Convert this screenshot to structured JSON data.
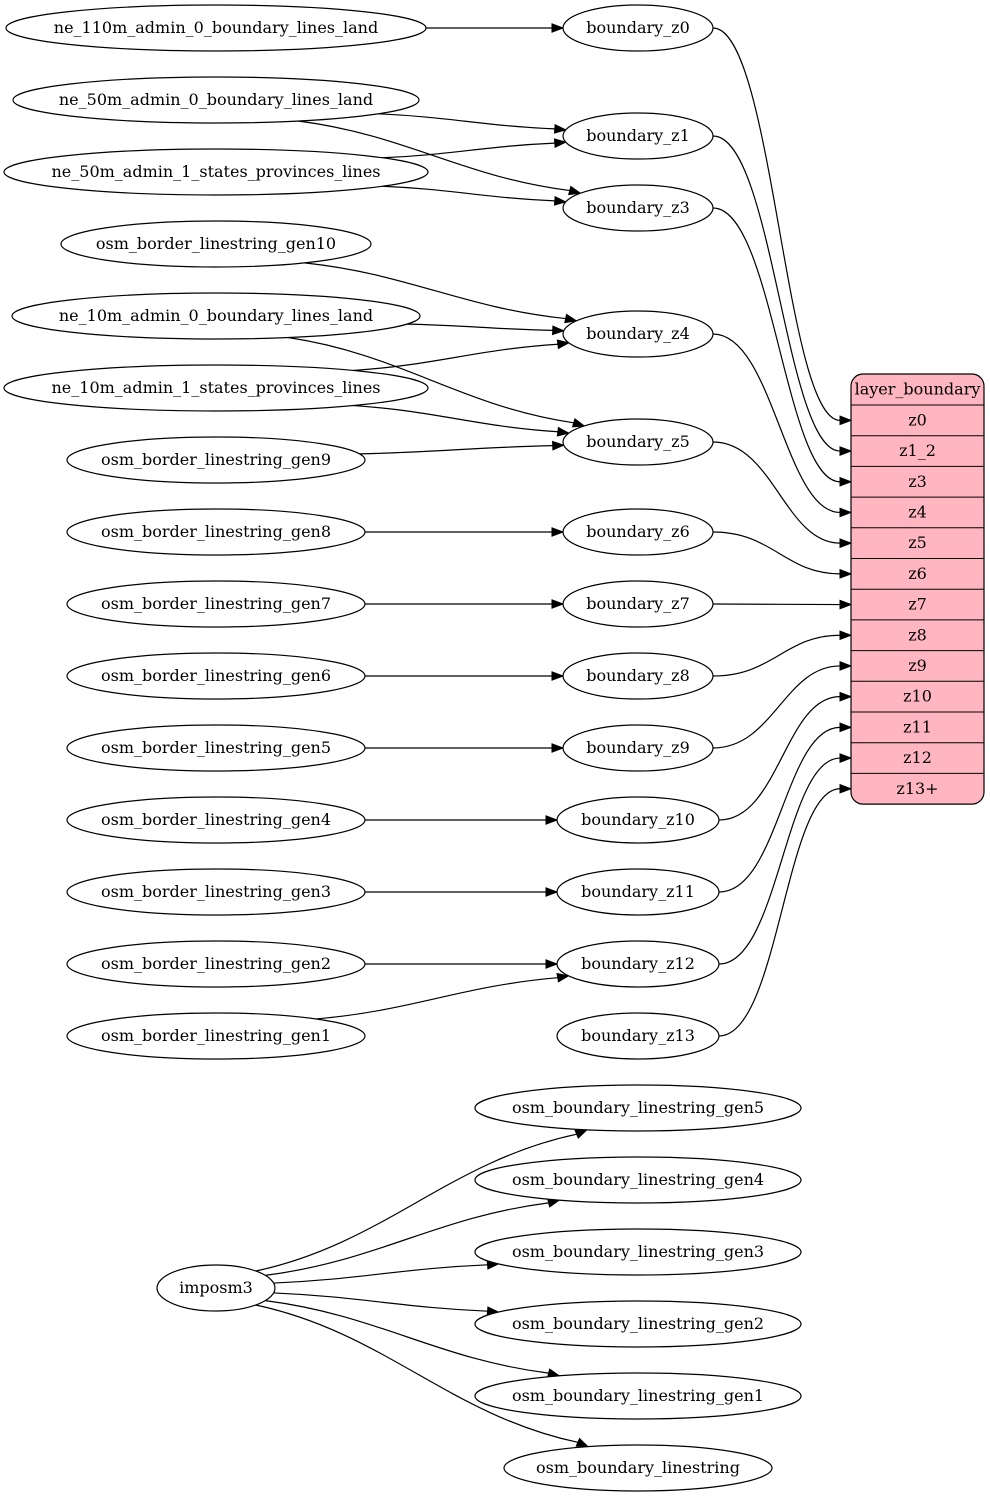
{
  "nodes": {
    "ne_110m_admin_0_boundary_lines_land": "ne_110m_admin_0_boundary_lines_land",
    "ne_50m_admin_0_boundary_lines_land": "ne_50m_admin_0_boundary_lines_land",
    "ne_50m_admin_1_states_provinces_lines": "ne_50m_admin_1_states_provinces_lines",
    "osm_border_linestring_gen10": "osm_border_linestring_gen10",
    "ne_10m_admin_0_boundary_lines_land": "ne_10m_admin_0_boundary_lines_land",
    "ne_10m_admin_1_states_provinces_lines": "ne_10m_admin_1_states_provinces_lines",
    "osm_border_linestring_gen9": "osm_border_linestring_gen9",
    "osm_border_linestring_gen8": "osm_border_linestring_gen8",
    "osm_border_linestring_gen7": "osm_border_linestring_gen7",
    "osm_border_linestring_gen6": "osm_border_linestring_gen6",
    "osm_border_linestring_gen5": "osm_border_linestring_gen5",
    "osm_border_linestring_gen4": "osm_border_linestring_gen4",
    "osm_border_linestring_gen3": "osm_border_linestring_gen3",
    "osm_border_linestring_gen2": "osm_border_linestring_gen2",
    "osm_border_linestring_gen1": "osm_border_linestring_gen1",
    "boundary_z0": "boundary_z0",
    "boundary_z1": "boundary_z1",
    "boundary_z3": "boundary_z3",
    "boundary_z4": "boundary_z4",
    "boundary_z5": "boundary_z5",
    "boundary_z6": "boundary_z6",
    "boundary_z7": "boundary_z7",
    "boundary_z8": "boundary_z8",
    "boundary_z9": "boundary_z9",
    "boundary_z10": "boundary_z10",
    "boundary_z11": "boundary_z11",
    "boundary_z12": "boundary_z12",
    "boundary_z13": "boundary_z13",
    "imposm3": "imposm3",
    "osm_boundary_linestring_gen5": "osm_boundary_linestring_gen5",
    "osm_boundary_linestring_gen4": "osm_boundary_linestring_gen4",
    "osm_boundary_linestring_gen3": "osm_boundary_linestring_gen3",
    "osm_boundary_linestring_gen2": "osm_boundary_linestring_gen2",
    "osm_boundary_linestring_gen1": "osm_boundary_linestring_gen1",
    "osm_boundary_linestring": "osm_boundary_linestring"
  },
  "layer": {
    "title": "layer_boundary",
    "fill": "#ffb6c1",
    "fields": [
      "z0",
      "z1_2",
      "z3",
      "z4",
      "z5",
      "z6",
      "z7",
      "z8",
      "z9",
      "z10",
      "z11",
      "z12",
      "z13+"
    ]
  },
  "edges": [
    {
      "from": "ne_110m_admin_0_boundary_lines_land",
      "to": "boundary_z0"
    },
    {
      "from": "ne_50m_admin_0_boundary_lines_land",
      "to": "boundary_z1"
    },
    {
      "from": "ne_50m_admin_0_boundary_lines_land",
      "to": "boundary_z3"
    },
    {
      "from": "ne_50m_admin_1_states_provinces_lines",
      "to": "boundary_z1"
    },
    {
      "from": "ne_50m_admin_1_states_provinces_lines",
      "to": "boundary_z3"
    },
    {
      "from": "osm_border_linestring_gen10",
      "to": "boundary_z4"
    },
    {
      "from": "ne_10m_admin_0_boundary_lines_land",
      "to": "boundary_z4"
    },
    {
      "from": "ne_10m_admin_0_boundary_lines_land",
      "to": "boundary_z5"
    },
    {
      "from": "ne_10m_admin_1_states_provinces_lines",
      "to": "boundary_z4"
    },
    {
      "from": "ne_10m_admin_1_states_provinces_lines",
      "to": "boundary_z5"
    },
    {
      "from": "osm_border_linestring_gen9",
      "to": "boundary_z5"
    },
    {
      "from": "osm_border_linestring_gen8",
      "to": "boundary_z6"
    },
    {
      "from": "osm_border_linestring_gen7",
      "to": "boundary_z7"
    },
    {
      "from": "osm_border_linestring_gen6",
      "to": "boundary_z8"
    },
    {
      "from": "osm_border_linestring_gen5",
      "to": "boundary_z9"
    },
    {
      "from": "osm_border_linestring_gen4",
      "to": "boundary_z10"
    },
    {
      "from": "osm_border_linestring_gen3",
      "to": "boundary_z11"
    },
    {
      "from": "osm_border_linestring_gen2",
      "to": "boundary_z12"
    },
    {
      "from": "osm_border_linestring_gen1",
      "to": "boundary_z12"
    },
    {
      "from": "boundary_z0",
      "to": "layer_boundary:z0"
    },
    {
      "from": "boundary_z1",
      "to": "layer_boundary:z1_2"
    },
    {
      "from": "boundary_z3",
      "to": "layer_boundary:z3"
    },
    {
      "from": "boundary_z4",
      "to": "layer_boundary:z4"
    },
    {
      "from": "boundary_z5",
      "to": "layer_boundary:z5"
    },
    {
      "from": "boundary_z6",
      "to": "layer_boundary:z6"
    },
    {
      "from": "boundary_z7",
      "to": "layer_boundary:z7"
    },
    {
      "from": "boundary_z8",
      "to": "layer_boundary:z8"
    },
    {
      "from": "boundary_z9",
      "to": "layer_boundary:z9"
    },
    {
      "from": "boundary_z10",
      "to": "layer_boundary:z10"
    },
    {
      "from": "boundary_z11",
      "to": "layer_boundary:z11"
    },
    {
      "from": "boundary_z12",
      "to": "layer_boundary:z12"
    },
    {
      "from": "boundary_z13",
      "to": "layer_boundary:z13+"
    },
    {
      "from": "imposm3",
      "to": "osm_boundary_linestring_gen5"
    },
    {
      "from": "imposm3",
      "to": "osm_boundary_linestring_gen4"
    },
    {
      "from": "imposm3",
      "to": "osm_boundary_linestring_gen3"
    },
    {
      "from": "imposm3",
      "to": "osm_boundary_linestring_gen2"
    },
    {
      "from": "imposm3",
      "to": "osm_boundary_linestring_gen1"
    },
    {
      "from": "imposm3",
      "to": "osm_boundary_linestring"
    }
  ]
}
